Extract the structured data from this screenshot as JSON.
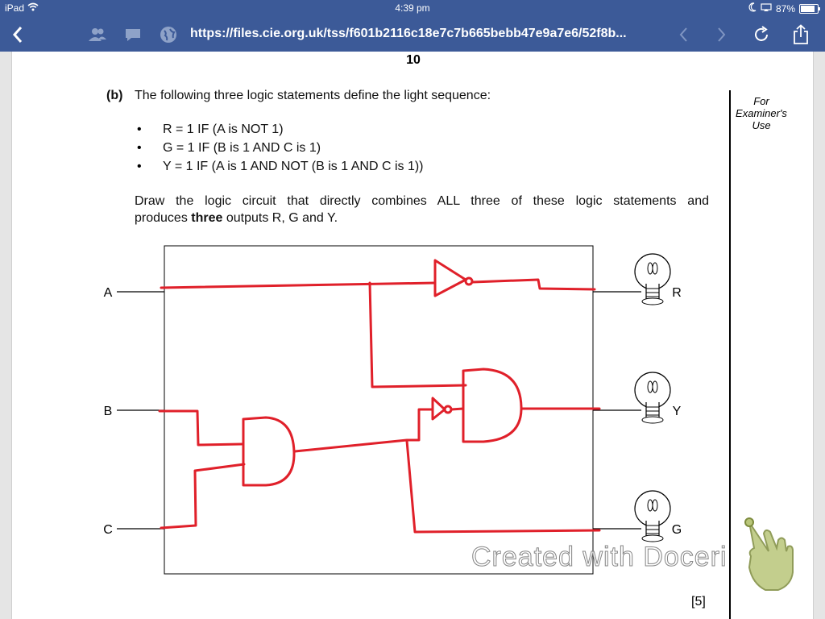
{
  "status_bar": {
    "device": "iPad",
    "time": "4:39 pm",
    "battery": "87%"
  },
  "browser": {
    "url": "https://files.cie.org.uk/tss/f601b2116c18e7c7b665bebb47e9a7e6/52f8b..."
  },
  "document": {
    "page_number": "10",
    "part_label": "(b)",
    "intro": "The following three logic statements define the light sequence:",
    "statements": [
      "R = 1 IF (A is NOT 1)",
      "G = 1 IF (B is 1 AND C is 1)",
      "Y = 1 IF (A is 1 AND NOT (B is 1 AND C is 1))"
    ],
    "instruction_line1": "Draw the logic circuit that directly combines ALL three of these logic statements and",
    "instruction_line2_pre": "produces ",
    "instruction_line2_bold": "three",
    "instruction_line2_post": " outputs R, G and Y.",
    "examiner": [
      "For",
      "Examiner's",
      "Use"
    ],
    "marks": "[5]",
    "inputs": [
      "A",
      "B",
      "C"
    ],
    "outputs": [
      "R",
      "Y",
      "G"
    ]
  },
  "watermark": "Created with Doceri",
  "colors": {
    "bar": "#3c5a98",
    "ink": "#e0202a"
  }
}
